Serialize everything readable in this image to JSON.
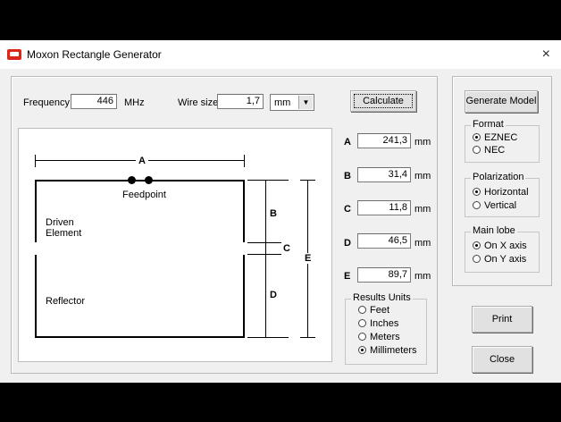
{
  "window": {
    "title": "Moxon Rectangle Generator",
    "close_glyph": "×"
  },
  "inputs": {
    "frequency_label": "Frequency",
    "frequency_value": "446",
    "frequency_unit": "MHz",
    "wire_label": "Wire size",
    "wire_value": "1,7",
    "wire_unit": "mm"
  },
  "buttons": {
    "calculate": "Calculate",
    "generate": "Generate Model",
    "print": "Print",
    "close": "Close"
  },
  "diagram": {
    "label_a": "A",
    "label_b": "B",
    "label_c": "C",
    "label_d": "D",
    "label_e": "E",
    "feedpoint": "Feedpoint",
    "driven_1": "Driven",
    "driven_2": "Element",
    "reflector": "Reflector"
  },
  "results": [
    {
      "name": "A",
      "value": "241,3",
      "unit": "mm"
    },
    {
      "name": "B",
      "value": "31,4",
      "unit": "mm"
    },
    {
      "name": "C",
      "value": "11,8",
      "unit": "mm"
    },
    {
      "name": "D",
      "value": "46,5",
      "unit": "mm"
    },
    {
      "name": "E",
      "value": "89,7",
      "unit": "mm"
    }
  ],
  "results_units": {
    "legend": "Results Units",
    "options": [
      "Feet",
      "Inches",
      "Meters",
      "Millimeters"
    ],
    "selected": "Millimeters"
  },
  "format": {
    "legend": "Format",
    "options": [
      "EZNEC",
      "NEC"
    ],
    "selected": "EZNEC"
  },
  "polarization": {
    "legend": "Polarization",
    "options": [
      "Horizontal",
      "Vertical"
    ],
    "selected": "Horizontal"
  },
  "main_lobe": {
    "legend": "Main lobe",
    "options": [
      "On X axis",
      "On Y axis"
    ],
    "selected": "On X axis"
  }
}
